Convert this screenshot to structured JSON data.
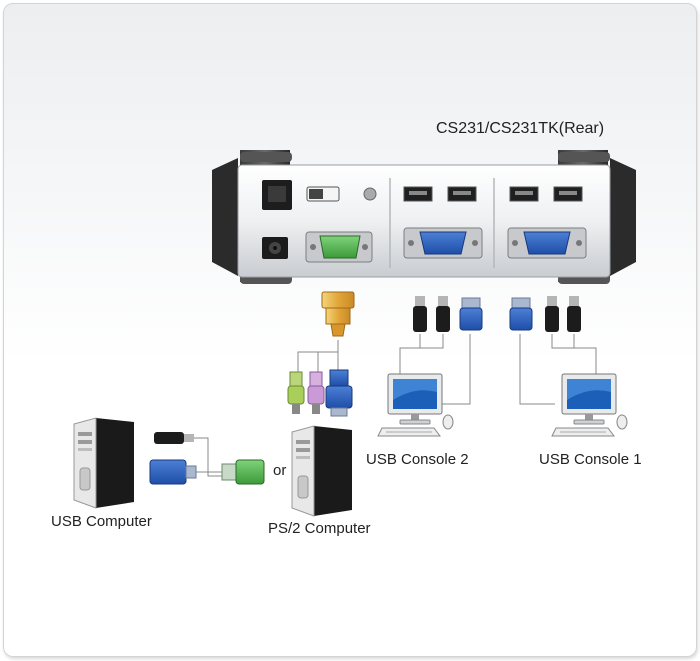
{
  "diagram": {
    "device_title": "CS231/CS231TK(Rear)",
    "labels": {
      "usb_console_2": "USB Console 2",
      "usb_console_1": "USB Console 1",
      "usb_computer": "USB Computer",
      "ps2_computer": "PS/2 Computer",
      "or": "or"
    }
  }
}
